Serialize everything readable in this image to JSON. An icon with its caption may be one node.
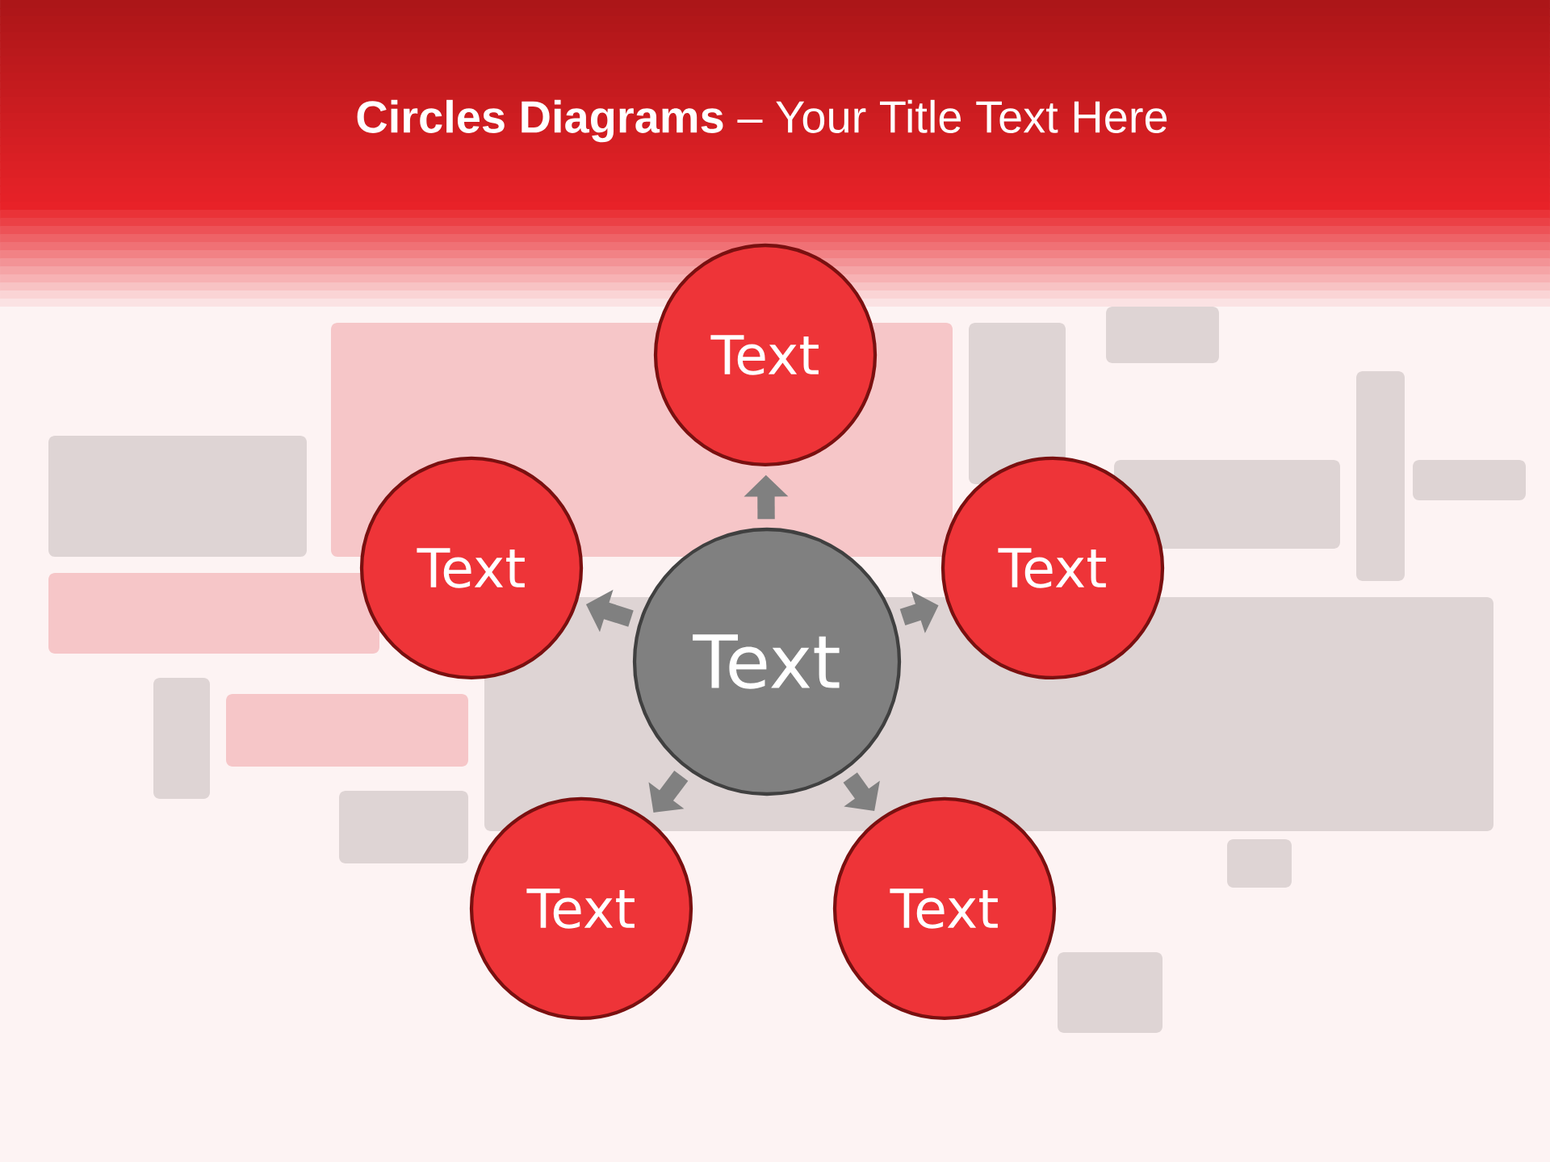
{
  "diagram": {
    "title": "**Circles Diagrams** – Your Title Text Here",
    "nodes": [
      {
        "text": [
          "Text"
        ]
      },
      {
        "text": [
          "Text"
        ]
      },
      {
        "text": [
          "Text"
        ]
      },
      {
        "text": [
          "Text"
        ]
      },
      {
        "text": [
          "Text"
        ]
      },
      {
        "text": [
          "Text"
        ]
      }
    ],
    "edges": [
      {
        "from": 3,
        "to": 0,
        "arrow": "to"
      },
      {
        "from": 3,
        "to": 1,
        "arrow": "to"
      },
      {
        "from": 3,
        "to": 2,
        "arrow": "to"
      },
      {
        "from": 3,
        "to": 4,
        "arrow": "to"
      },
      {
        "from": 3,
        "to": 5,
        "arrow": "to"
      }
    ]
  }
}
